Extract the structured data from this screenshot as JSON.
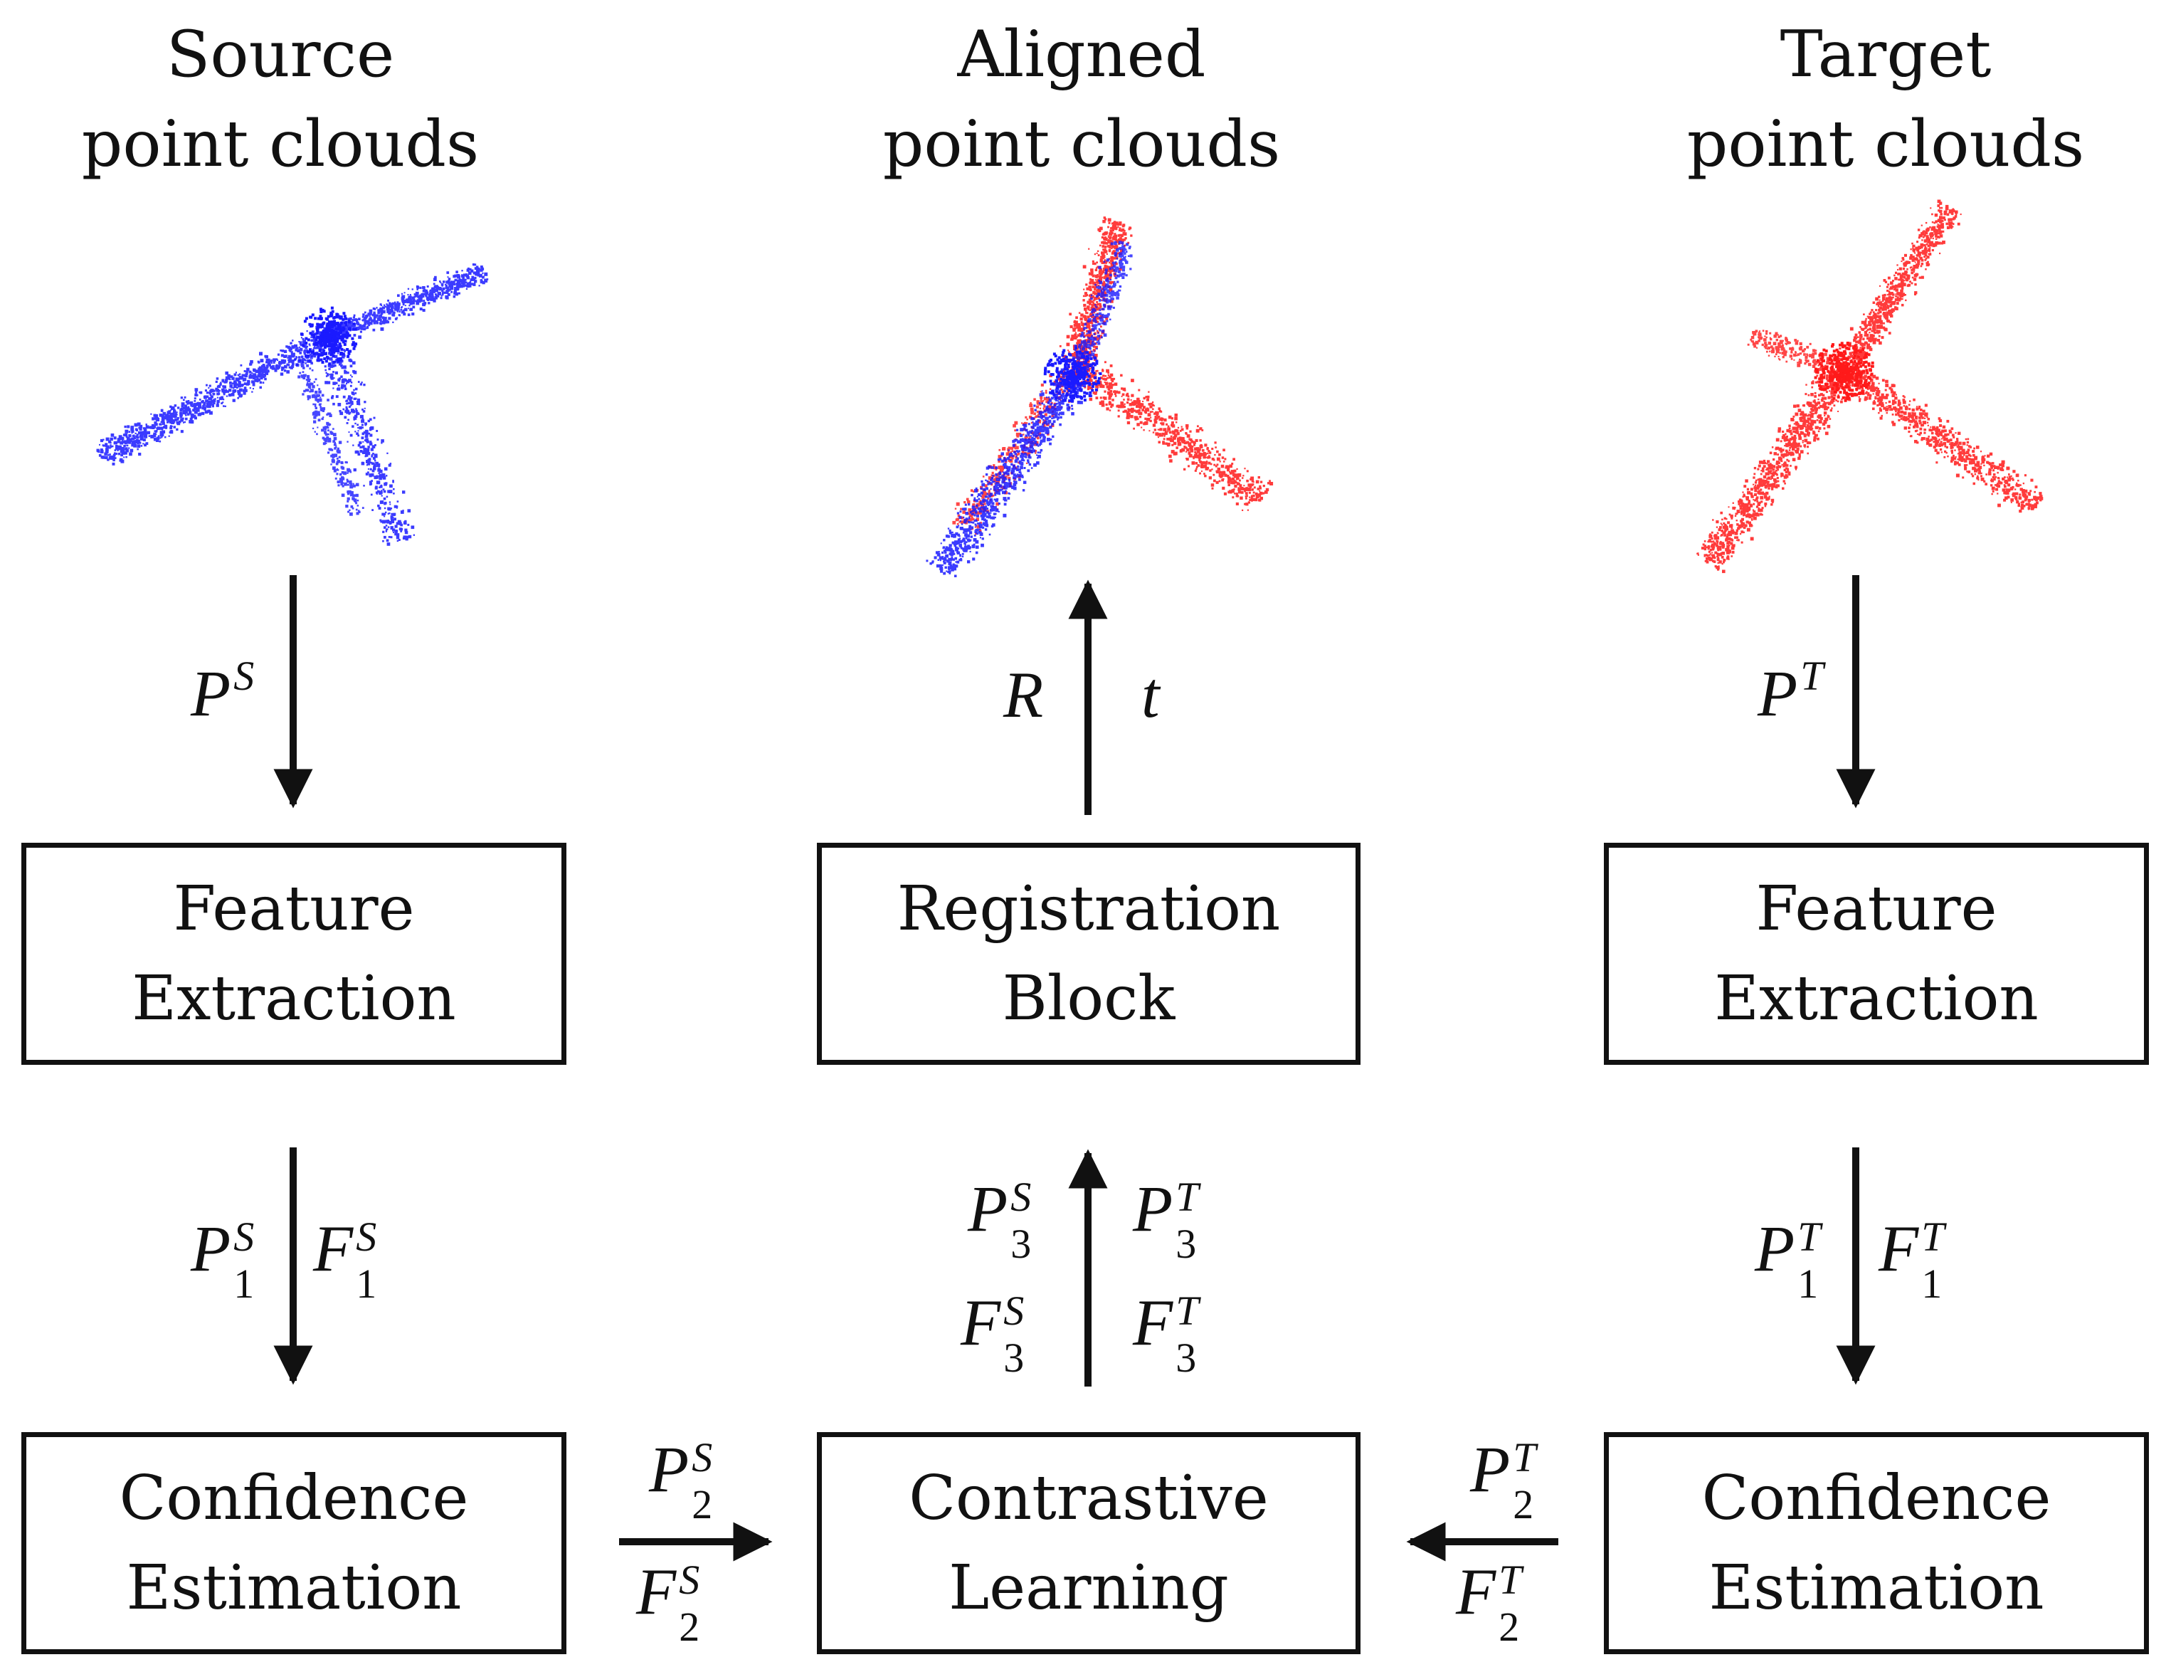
{
  "headers": {
    "source": {
      "line1": "Source",
      "line2": "point clouds"
    },
    "aligned": {
      "line1": "Aligned",
      "line2": "point clouds"
    },
    "target": {
      "line1": "Target",
      "line2": "point clouds"
    }
  },
  "boxes": {
    "feature_extraction_left": {
      "line1": "Feature",
      "line2": "Extraction"
    },
    "registration_block": {
      "line1": "Registration",
      "line2": "Block"
    },
    "feature_extraction_right": {
      "line1": "Feature",
      "line2": "Extraction"
    },
    "confidence_estimation_left": {
      "line1": "Confidence",
      "line2": "Estimation"
    },
    "contrastive_learning": {
      "line1": "Contrastive",
      "line2": "Learning"
    },
    "confidence_estimation_right": {
      "line1": "Confidence",
      "line2": "Estimation"
    }
  },
  "labels": {
    "ps": {
      "base": "P",
      "sup": "S"
    },
    "pt": {
      "base": "P",
      "sup": "T"
    },
    "r": "R",
    "t": "t",
    "p1s": {
      "base": "P",
      "sup": "S",
      "sub": "1"
    },
    "f1s": {
      "base": "F",
      "sup": "S",
      "sub": "1"
    },
    "p1t": {
      "base": "P",
      "sup": "T",
      "sub": "1"
    },
    "f1t": {
      "base": "F",
      "sup": "T",
      "sub": "1"
    },
    "p2s": {
      "base": "P",
      "sup": "S",
      "sub": "2"
    },
    "f2s": {
      "base": "F",
      "sup": "S",
      "sub": "2"
    },
    "p2t": {
      "base": "P",
      "sup": "T",
      "sub": "2"
    },
    "f2t": {
      "base": "F",
      "sup": "T",
      "sub": "2"
    },
    "p3s": {
      "base": "P",
      "sup": "S",
      "sub": "3"
    },
    "p3t": {
      "base": "P",
      "sup": "T",
      "sub": "3"
    },
    "f3s": {
      "base": "F",
      "sup": "S",
      "sub": "3"
    },
    "f3t": {
      "base": "F",
      "sup": "T",
      "sub": "3"
    }
  },
  "colors": {
    "source_points": "#1a1aff",
    "target_points": "#ff1a1a",
    "stroke": "#111111"
  }
}
